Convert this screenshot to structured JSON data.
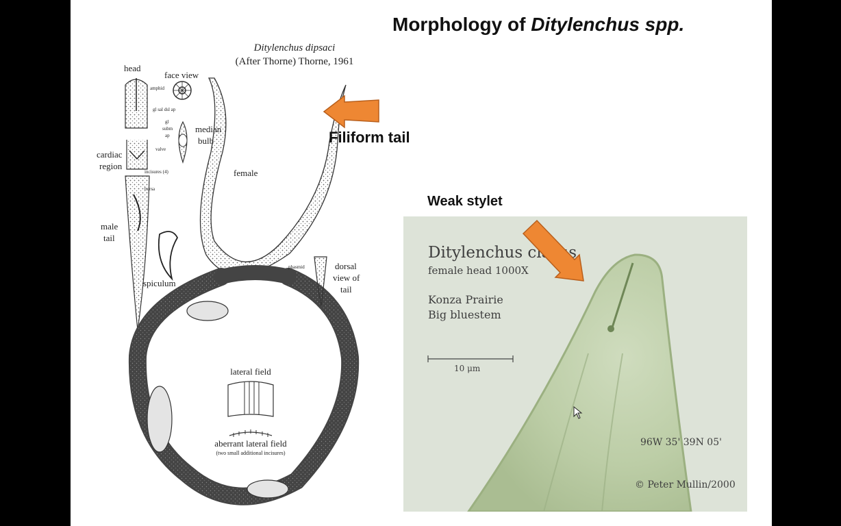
{
  "slide": {
    "title_prefix": "Morphology of ",
    "title_italic": "Ditylenchus spp.",
    "callouts": {
      "filiform_tail": "Filiform tail",
      "weak_stylet": "Weak stylet"
    },
    "arrow_color": "#ee8733"
  },
  "drawing": {
    "species": "Ditylenchus dipsaci",
    "citation": "(After Thorne) Thorne, 1961",
    "labels": {
      "head": "head",
      "face_view": "face view",
      "amphid": "amphid",
      "gl_sal_dsl_ap": "gl sal dsl ap",
      "gl": "gl",
      "subm": "subm",
      "ap": "ap",
      "median": "median",
      "bulb": "bulb",
      "cardiac": "cardiac",
      "region": "region",
      "valve": "valve",
      "incisures": "incisures (4)",
      "bursa": "bursa",
      "male": "male",
      "tail": "tail",
      "spiculum": "spiculum",
      "female": "female",
      "phasmid": "phasmid",
      "dorsal": "dorsal",
      "view_of": "view of",
      "tail2": "tail",
      "lateral_field": "lateral field",
      "aberrant_lateral_field": "aberrant lateral field",
      "two_small_incisures": "(two small additional incisures)"
    }
  },
  "photo": {
    "species": "Ditylenchus clarus",
    "subtitle": "female  head    1000X",
    "location_1": "Konza Prairie",
    "location_2": "Big bluestem",
    "scale_label": "10 μm",
    "coords": "96W 35'   39N 05'",
    "credit": "© Peter Mullin/2000",
    "bg_color": "#dde3d8"
  }
}
